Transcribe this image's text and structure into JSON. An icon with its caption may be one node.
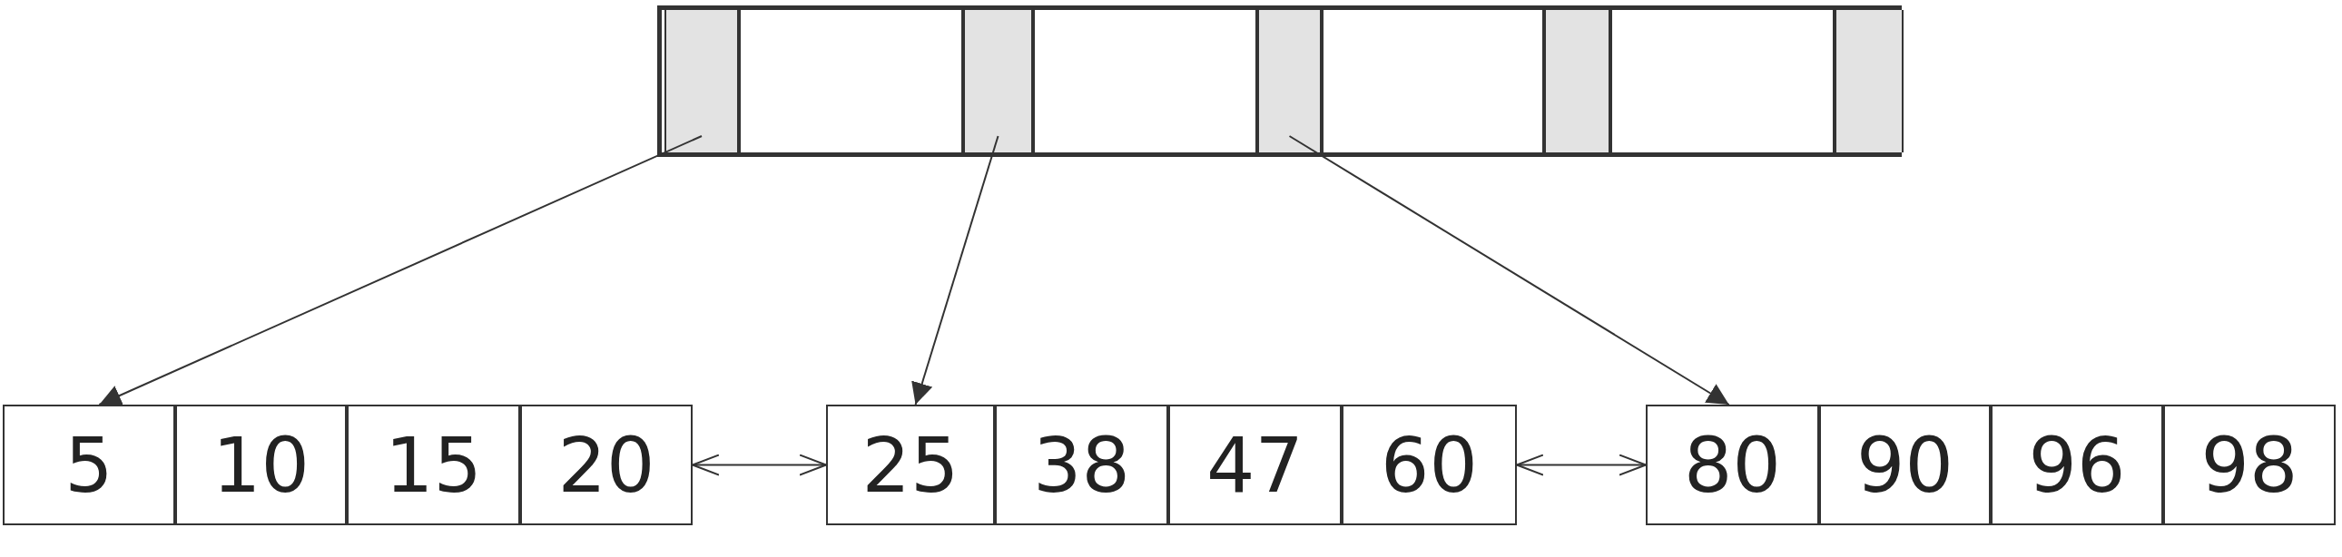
{
  "diagram": {
    "nodes": [
      {
        "text": [],
        "shape": "box"
      },
      {
        "text": [],
        "shape": "box",
        "in": 0
      },
      {
        "text": [],
        "shape": "box",
        "in": 0
      },
      {
        "text": [],
        "shape": "box",
        "in": 0
      },
      {
        "text": [],
        "shape": "box",
        "in": 0
      },
      {
        "text": [],
        "shape": "box",
        "in": 0
      },
      {
        "text": [],
        "shape": "box",
        "in": 0
      },
      {
        "text": [],
        "shape": "box",
        "in": 0
      },
      {
        "text": [],
        "shape": "box",
        "in": 0
      },
      {
        "text": [],
        "shape": "box",
        "in": 0
      },
      {
        "text": [],
        "shape": "box"
      },
      {
        "text": [
          "5"
        ],
        "in": 10
      },
      {
        "text": [
          "10"
        ],
        "in": 10
      },
      {
        "text": [
          "15"
        ],
        "in": 10
      },
      {
        "text": [
          "20"
        ],
        "in": 10
      },
      {
        "text": [],
        "shape": "box"
      },
      {
        "text": [
          "25"
        ],
        "in": 15
      },
      {
        "text": [
          "38"
        ],
        "in": 15
      },
      {
        "text": [
          "47"
        ],
        "in": 15
      },
      {
        "text": [
          "60"
        ],
        "in": 15
      },
      {
        "text": [],
        "shape": "box"
      },
      {
        "text": [
          "80"
        ],
        "in": 20
      },
      {
        "text": [
          "90"
        ],
        "in": 20
      },
      {
        "text": [
          "96"
        ],
        "in": 20
      },
      {
        "text": [
          "98"
        ],
        "in": 20
      }
    ],
    "edges": [
      {
        "from": 1,
        "to": 11,
        "arrow": "to"
      },
      {
        "from": 3,
        "to": 16,
        "arrow": "to"
      },
      {
        "from": 5,
        "to": 21,
        "arrow": "to"
      },
      {
        "from": 10,
        "to": 15,
        "arrow": "both"
      },
      {
        "from": 15,
        "to": 20,
        "arrow": "both"
      }
    ]
  }
}
